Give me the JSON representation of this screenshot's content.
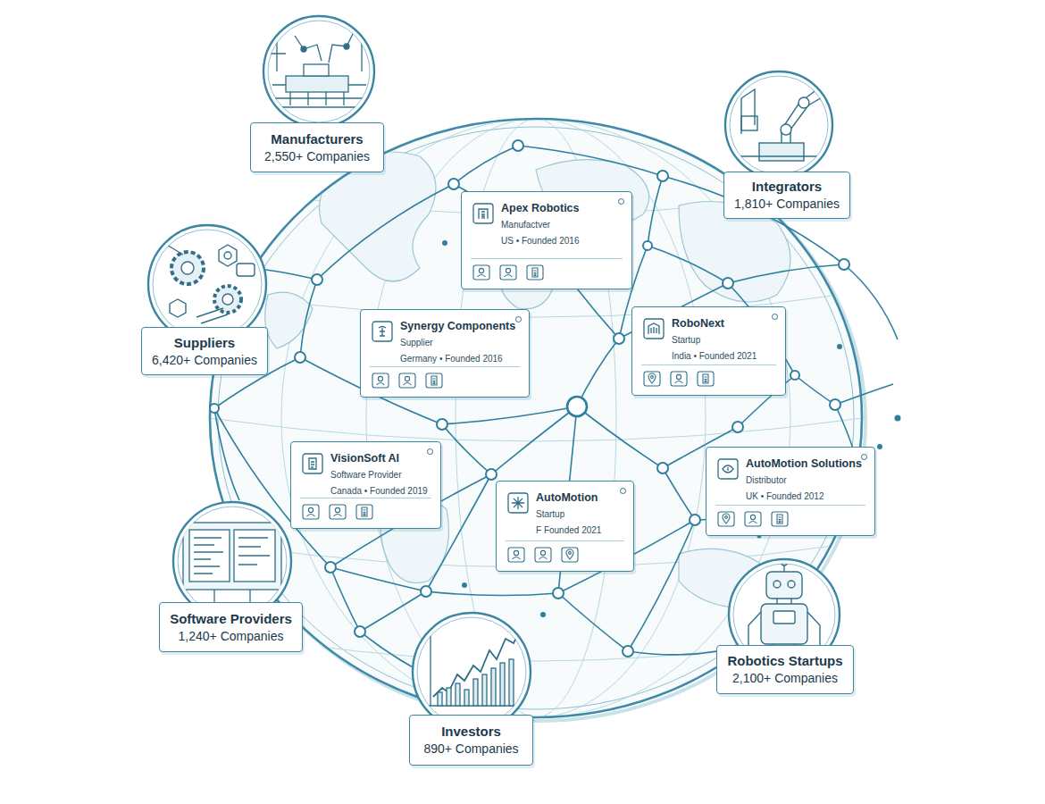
{
  "diagram": {
    "nodes": [
      {
        "text": [
          "Manufacturers",
          "2,550+ Companies"
        ]
      },
      {
        "text": [
          "Integrators",
          "1,810+ Companies"
        ]
      },
      {
        "text": [
          "Apex Robotics",
          "Manufactver",
          "US • Founded 2016"
        ]
      },
      {
        "text": [
          "Suppliers",
          "6,420+ Companies"
        ]
      },
      {
        "text": [
          "Synergy Components",
          "Supplier",
          "Germany • Founded 2016"
        ]
      },
      {
        "text": [
          "RoboNext",
          "Startup",
          "India • Founded 2021"
        ]
      },
      {
        "text": [
          "VisionSoft AI",
          "Software Provider",
          "Canada • Founded 2019"
        ]
      },
      {
        "text": [
          "AutoMotion Solutions",
          "Distributor",
          "UK • Founded 2012"
        ]
      },
      {
        "text": [
          "AutoMotion",
          "Startup",
          "F Founded 2021"
        ]
      },
      {
        "text": [
          "Software Providers",
          "1,240+ Companies"
        ]
      },
      {
        "text": [
          "Robotics Startups",
          "2,100+ Companies"
        ]
      },
      {
        "text": [
          "Investors",
          "890+ Companies"
        ]
      }
    ]
  }
}
